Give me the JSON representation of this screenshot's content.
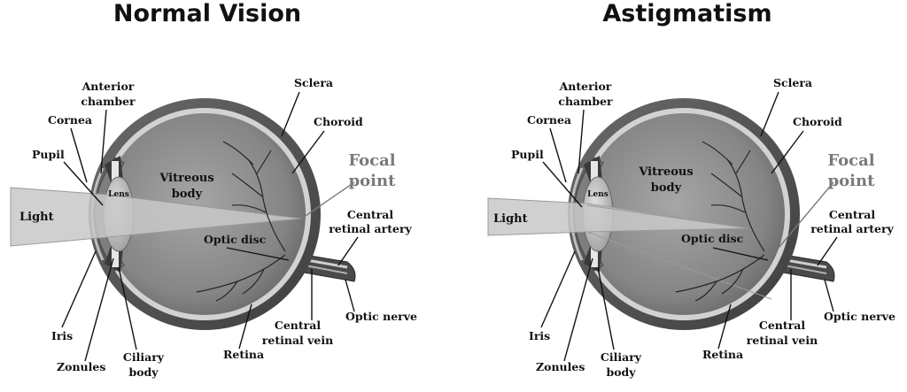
{
  "panels": [
    {
      "title": "Normal Vision",
      "labels": {
        "anterior_chamber": [
          "Anterior",
          "chamber"
        ],
        "cornea": "Cornea",
        "pupil": "Pupil",
        "lens": "Lens",
        "light": "Light",
        "vitreous_body": [
          "Vitreous",
          "body"
        ],
        "sclera": "Sclera",
        "choroid": "Choroid",
        "focal_point": [
          "Focal",
          "point"
        ],
        "central_retinal_artery": [
          "Central",
          "retinal artery"
        ],
        "optic_disc": "Optic disc",
        "optic_nerve": "Optic nerve",
        "central_retinal_vein": [
          "Central",
          "retinal vein"
        ],
        "retina": "Retina",
        "ciliary_body": [
          "Ciliary",
          "body"
        ],
        "zonules": "Zonules",
        "iris": "Iris"
      }
    },
    {
      "title": "Astigmatism",
      "labels": {
        "anterior_chamber": [
          "Anterior",
          "chamber"
        ],
        "cornea": "Cornea",
        "pupil": "Pupil",
        "lens": "Lens",
        "light": "Light",
        "vitreous_body": [
          "Vitreous",
          "body"
        ],
        "sclera": "Sclera",
        "choroid": "Choroid",
        "focal_point": [
          "Focal",
          "point"
        ],
        "central_retinal_artery": [
          "Central",
          "retinal artery"
        ],
        "optic_disc": "Optic disc",
        "optic_nerve": "Optic nerve",
        "central_retinal_vein": [
          "Central",
          "retinal vein"
        ],
        "retina": "Retina",
        "ciliary_body": [
          "Ciliary",
          "body"
        ],
        "zonules": "Zonules",
        "iris": "Iris"
      }
    }
  ],
  "colors": {
    "sclera": "#5c5c5c",
    "choroid": "#d6d6d6",
    "vitreous": "#8a8a8a",
    "light_beam": "#c4c4c4",
    "focal_label": "#7a7a7a",
    "text": "#111111"
  }
}
